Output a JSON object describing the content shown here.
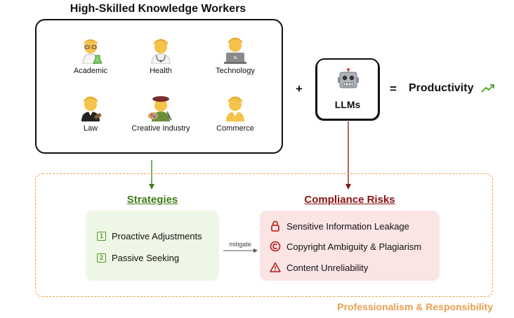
{
  "title": "High-Skilled Knowledge Workers",
  "workers": [
    {
      "label": "Academic",
      "icon": "scientist-icon"
    },
    {
      "label": "Health",
      "icon": "health-worker-icon"
    },
    {
      "label": "Technology",
      "icon": "technologist-icon"
    },
    {
      "label": "Law",
      "icon": "judge-icon"
    },
    {
      "label": "Creative Industry",
      "icon": "artist-icon"
    },
    {
      "label": "Commerce",
      "icon": "office-worker-icon"
    }
  ],
  "plus": "+",
  "llm_label": "LLMs",
  "equals": "=",
  "productivity": "Productivity",
  "strategies": {
    "title": "Strategies",
    "items": [
      {
        "num": "1",
        "label": "Proactive Adjustments"
      },
      {
        "num": "2",
        "label": "Passive Seeking"
      }
    ]
  },
  "mitigate": "mitigate",
  "risks": {
    "title": "Compliance Risks",
    "items": [
      {
        "label": "Sensitive Information Leakage",
        "icon": "lock-icon"
      },
      {
        "label": "Copyright Ambiguity & Plagiarism",
        "icon": "copyright-icon"
      },
      {
        "label": "Content Unreliability",
        "icon": "warning-icon"
      }
    ]
  },
  "footer": "Professionalism & Responsibility",
  "colors": {
    "green": "#3f7d16",
    "red": "#8b1111",
    "orange": "#e8a050"
  }
}
